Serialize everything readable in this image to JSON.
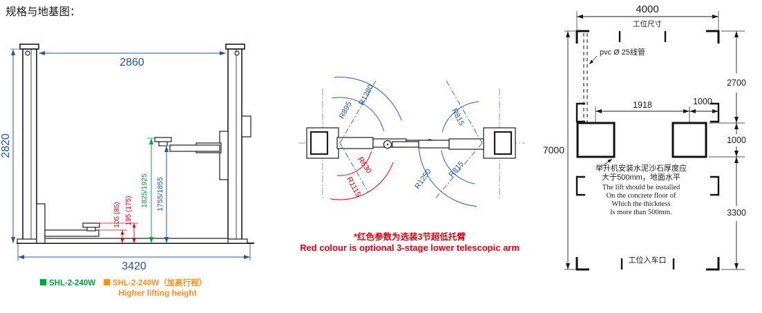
{
  "title": "规格与地基图：",
  "colors": {
    "dimension_blue": "#2156a5",
    "standard_green": "#00a33e",
    "higher_orange": "#f7941d",
    "optional_red": "#e60012",
    "line_black": "#1a1a1a"
  },
  "front_view": {
    "dim_top_width": "2860",
    "dim_left_height": "2820",
    "dim_bottom_width": "3420",
    "dim_lift_pad_height": "1825/1925",
    "dim_lift_arm_height": "1755/1855",
    "dim_min_arm_height": "105 (85)",
    "dim_min_pad_height": "195 (175)",
    "legend_standard": "SHL-2-240W",
    "legend_higher": "SHL-2-240W（加高行程）",
    "legend_higher_en": "Higher lifting height"
  },
  "top_view": {
    "r895": "R895",
    "r1280": "R1280",
    "r815_front": "R815",
    "r630": "R630",
    "r1115": "R1115",
    "r1250": "R1250",
    "r815_rear": "R815",
    "note_cn": "*红色参数为选装3节超低托臂",
    "note_en": "Red colour is optional 3-stage lower telescopic arm"
  },
  "plan_view": {
    "dim_bay_width": "4000",
    "bay_width_label": "工位尺寸",
    "pvc_label": "pvc Ø 25线管",
    "dim_2700": "2700",
    "dim_1918": "1918",
    "dim_1000_top": "1000",
    "dim_7000": "7000",
    "dim_1000_right": "1000",
    "dim_3300": "3300",
    "concrete_note_cn_1": "举升机安装水泥沙石厚度应",
    "concrete_note_cn_2": "大于500mm，地面水平",
    "concrete_note_en_1": "The lift should be installed",
    "concrete_note_en_2": "On the concrete floor of",
    "concrete_note_en_3": "Which the thickness",
    "concrete_note_en_4": "ls more than 500mm.",
    "entrance_label": "工位入车口"
  }
}
